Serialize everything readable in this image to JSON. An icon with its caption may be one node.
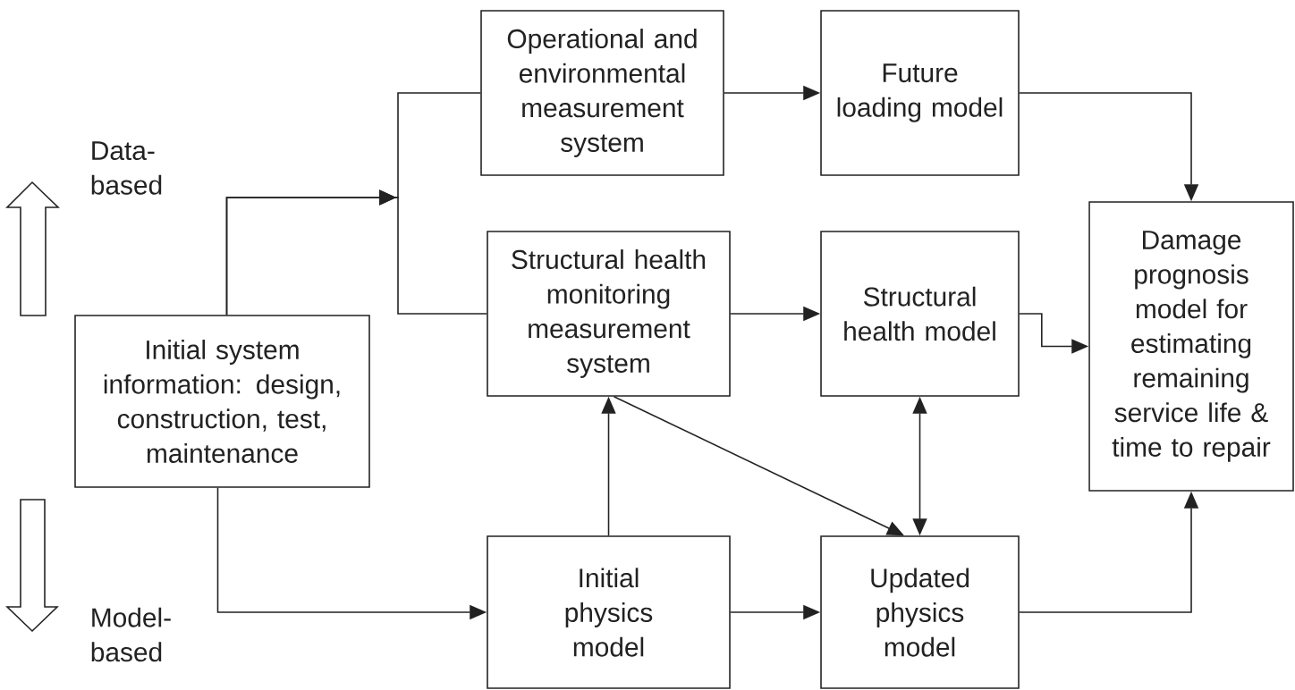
{
  "diagram": {
    "nodes": [
      {
        "text": [
          "Initial system information: design, construction, test, maintenance"
        ]
      },
      {
        "text": [
          "Operational and environmental measurement system"
        ]
      },
      {
        "text": [
          "Structural health monitoring measurement system"
        ]
      },
      {
        "text": [
          "Future loading model"
        ]
      },
      {
        "text": [
          "Structural health model"
        ]
      },
      {
        "text": [
          "Damage prognosis model for estimating remaining service life & time to repair"
        ]
      },
      {
        "text": [
          "Initial physics model"
        ]
      },
      {
        "text": [
          "Updated physics model"
        ]
      }
    ],
    "edges": [
      {
        "from": 0,
        "to": 1,
        "arrow": "to"
      },
      {
        "from": 0,
        "to": 2,
        "arrow": "to"
      },
      {
        "from": 1,
        "to": 3,
        "arrow": "to"
      },
      {
        "from": 2,
        "to": 4,
        "arrow": "to"
      },
      {
        "from": 3,
        "to": 5,
        "arrow": "to"
      },
      {
        "from": 4,
        "to": 5,
        "arrow": "to"
      },
      {
        "from": 2,
        "to": 7,
        "arrow": "to"
      },
      {
        "from": 4,
        "to": 7,
        "arrow": "both"
      },
      {
        "from": 6,
        "to": 2,
        "arrow": "to"
      },
      {
        "from": 0,
        "to": 6,
        "arrow": "to"
      },
      {
        "from": 6,
        "to": 7,
        "arrow": "to"
      },
      {
        "from": 7,
        "to": 5,
        "arrow": "to"
      }
    ],
    "labels": [
      "Data-based",
      "Model-based"
    ]
  }
}
